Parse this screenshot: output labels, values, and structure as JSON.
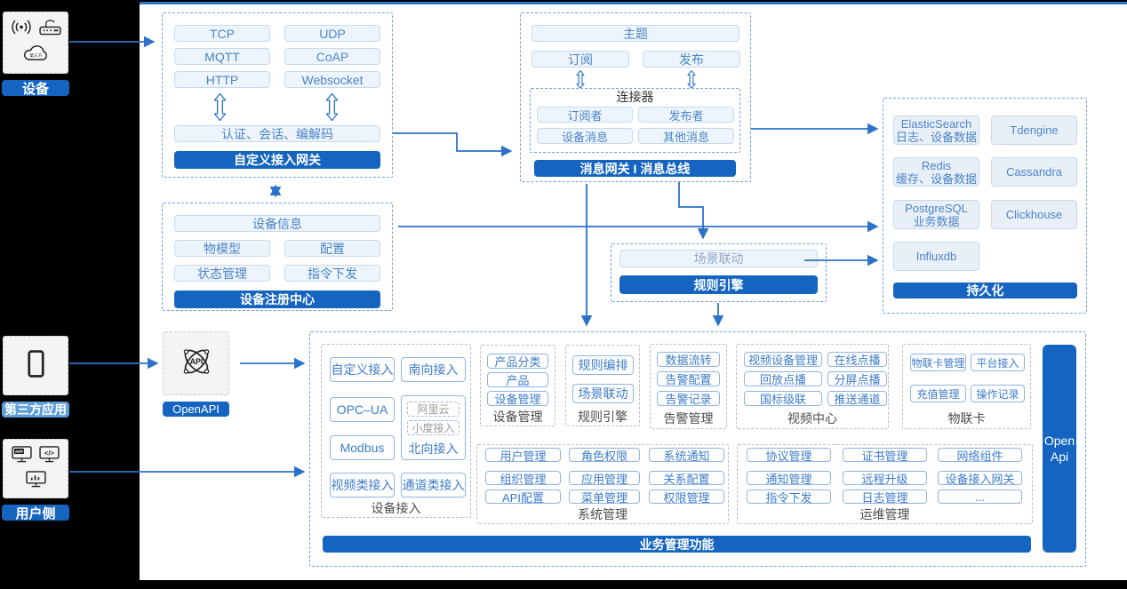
{
  "rail": {
    "device": {
      "label": "设备",
      "icons": [
        "radio-signal-icon",
        "router-icon",
        "cloud-icon"
      ],
      "cloud_text": "第三方"
    },
    "third_party": {
      "label": "第三方应用",
      "icons": [
        "phone-icon"
      ]
    },
    "user": {
      "label": "用户侧",
      "icons": [
        "app-monitor-icon",
        "code-monitor-icon",
        "chart-monitor-icon"
      ],
      "app_badge": "APP",
      "code_glyph": "</>"
    },
    "openapi": {
      "label": "OpenAPI",
      "icon": "api-atom-icon",
      "icon_text": "API"
    }
  },
  "gateway": {
    "title": "自定义接入网关",
    "cells": [
      "TCP",
      "UDP",
      "MQTT",
      "CoAP",
      "HTTP",
      "Websocket"
    ],
    "auth": "认证、会话、编解码"
  },
  "registry": {
    "title": "设备注册中心",
    "info": "设备信息",
    "cells": [
      "物模型",
      "配置",
      "状态管理",
      "指令下发"
    ]
  },
  "bus": {
    "title": "消息网关 I 消息总线",
    "topic": "主题",
    "subscribe": "订阅",
    "publish": "发布",
    "connector": {
      "title": "连接器",
      "cells": [
        "订阅者",
        "发布者",
        "设备消息",
        "其他消息"
      ]
    }
  },
  "persistence": {
    "title": "持久化",
    "cells": [
      {
        "name": "ElasticSearch",
        "desc": "日志、设备数据"
      },
      {
        "name": "Tdengine",
        "desc": ""
      },
      {
        "name": "Redis",
        "desc": "缓存、设备数据"
      },
      {
        "name": "Cassandra",
        "desc": ""
      },
      {
        "name": "PostgreSQL",
        "desc": "业务数据"
      },
      {
        "name": "Clickhouse",
        "desc": ""
      },
      {
        "name": "Influxdb",
        "desc": ""
      }
    ]
  },
  "rule_box": {
    "title": "规则引擎",
    "cell": "场景联动"
  },
  "business": {
    "title": "业务管理功能",
    "open_api": {
      "line1": "Open",
      "line2": "Api"
    },
    "device_access": {
      "label": "设备接入",
      "cells": [
        "自定义接入",
        "南向接入",
        "OPC–UA",
        "Modbus",
        "视频类接入",
        "通道类接入"
      ],
      "north": {
        "label": "北向接入",
        "sub": [
          "阿里云",
          "小度接入"
        ]
      }
    },
    "device_mgmt": {
      "label": "设备管理",
      "cells": [
        "产品分类",
        "产品",
        "设备管理"
      ]
    },
    "rule_engine": {
      "label": "规则引擎",
      "cells": [
        "规则编排",
        "场景联动"
      ]
    },
    "alarm": {
      "label": "告警管理",
      "cells": [
        "数据流转",
        "告警配置",
        "告警记录"
      ]
    },
    "video": {
      "label": "视频中心",
      "cells": [
        "视频设备管理",
        "在线点播",
        "回放点播",
        "分屏点播",
        "国标级联",
        "推送通道"
      ]
    },
    "iot_card": {
      "label": "物联卡",
      "cells": [
        "物联卡管理",
        "平台接入",
        "充值管理",
        "操作记录"
      ]
    },
    "system": {
      "label": "系统管理",
      "cells": [
        "用户管理",
        "角色权限",
        "系统通知",
        "组织管理",
        "应用管理",
        "关系配置",
        "API配置",
        "菜单管理",
        "权限管理"
      ]
    },
    "ops": {
      "label": "运维管理",
      "cells": [
        "协议管理",
        "证书管理",
        "网络组件",
        "通知管理",
        "远程升级",
        "设备接入网关",
        "指令下发",
        "日志管理",
        "..."
      ]
    }
  },
  "colors": {
    "primary": "#1565c0",
    "light_label": "#5f9ed9",
    "arrow": "#2b72c8"
  }
}
